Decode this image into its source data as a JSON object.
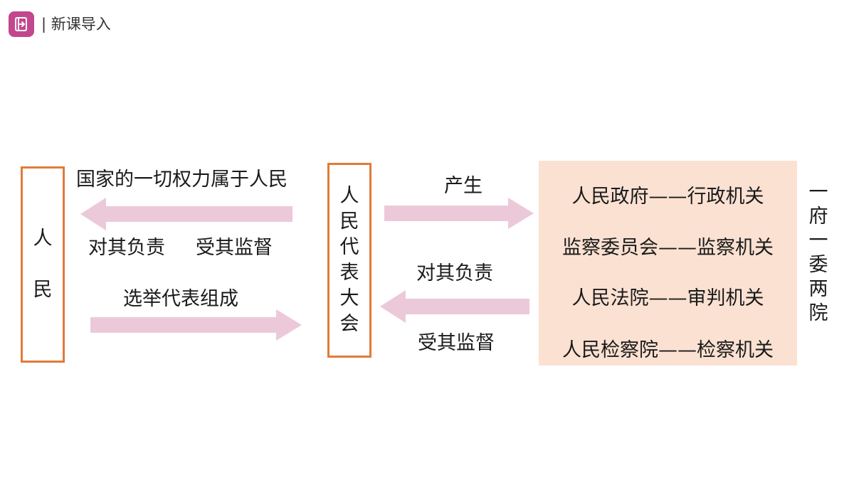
{
  "header": {
    "title": "| 新课导入",
    "icon": "lesson-import-icon",
    "accent_color": "#c2478e"
  },
  "diagram": {
    "people_box": {
      "text": [
        "人",
        "民"
      ]
    },
    "congress_box": {
      "text": [
        "人",
        "民",
        "代",
        "表",
        "大",
        "会"
      ]
    },
    "left_top_label": "国家的一切权力属于人民",
    "left_middle_labels": {
      "responsible": "对其负责",
      "supervised": "受其监督"
    },
    "left_bottom_label": "选举代表组成",
    "right_top_label": "产生",
    "right_middle_label": "对其负责",
    "right_bottom_label": "受其监督",
    "organs": [
      "人民政府——行政机关",
      "监察委员会——监察机关",
      "人民法院——审判机关",
      "人民检察院——检察机关"
    ],
    "side_label": [
      "一",
      "府",
      "一",
      "委",
      "两",
      "院"
    ],
    "colors": {
      "box_border": "#e07b39",
      "arrow_fill": "#ecc9d9",
      "panel_fill": "#fbe1d2"
    }
  }
}
